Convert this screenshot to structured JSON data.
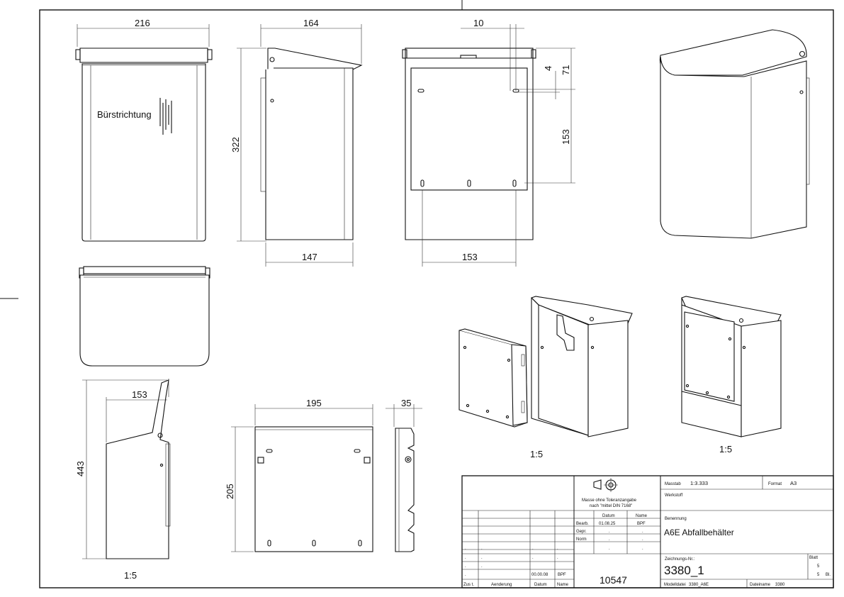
{
  "dimensions": {
    "front_width": "216",
    "side_depth_top": "164",
    "top_gap": "10",
    "side_height": "322",
    "side_bottom": "147",
    "rear_bottom": "153",
    "rear_a": "4",
    "rear_b": "71",
    "rear_c": "153",
    "section_width": "153",
    "section_height": "443",
    "plate_width": "195",
    "plate_height": "205",
    "plate_depth": "35"
  },
  "labels": {
    "brush_direction": "Bürstrichtung",
    "scale_a": "1:5",
    "scale_b": "1:5",
    "scale_c": "1:5"
  },
  "title_block": {
    "tolerance_line1": "Masse ohne Toleranzangabe",
    "tolerance_line2": "nach \"mittel DIN 7168\"",
    "col_datum": "Datum",
    "col_name": "Name",
    "row_bearb": "Bearb.",
    "row_gepr": "Gepr.",
    "row_norm": "Norm",
    "bearb_date": "01.08.25",
    "bearb_name": "BPF",
    "dot": ".",
    "rev_date": "00.00.08",
    "rev_name": "BPF",
    "col_zust": "Zus t.",
    "col_aenderung": "Aenderung",
    "col_datum2": "Datum",
    "col_name2": "Name",
    "number_bottom": "10547",
    "massstab_label": "Masstab",
    "massstab_value": "1:3.333",
    "format_label": "Format",
    "format_value": "A3",
    "werkstoff_label": "Werkstoff",
    "benennung_label": "Benennung",
    "benennung_value": "A6E Abfallbehälter",
    "zeichnung_label": "Zeichnungs-Nr.:",
    "zeichnung_value": "3380_1",
    "blatt_label": "Blatt",
    "blatt_value": "5",
    "blatt_total": "5",
    "blatt_bl": "Bl.",
    "modell_label": "Modelldatei",
    "modell_value": "3380_A6E",
    "datei_label": "Dateiname",
    "datei_value": "3380"
  }
}
